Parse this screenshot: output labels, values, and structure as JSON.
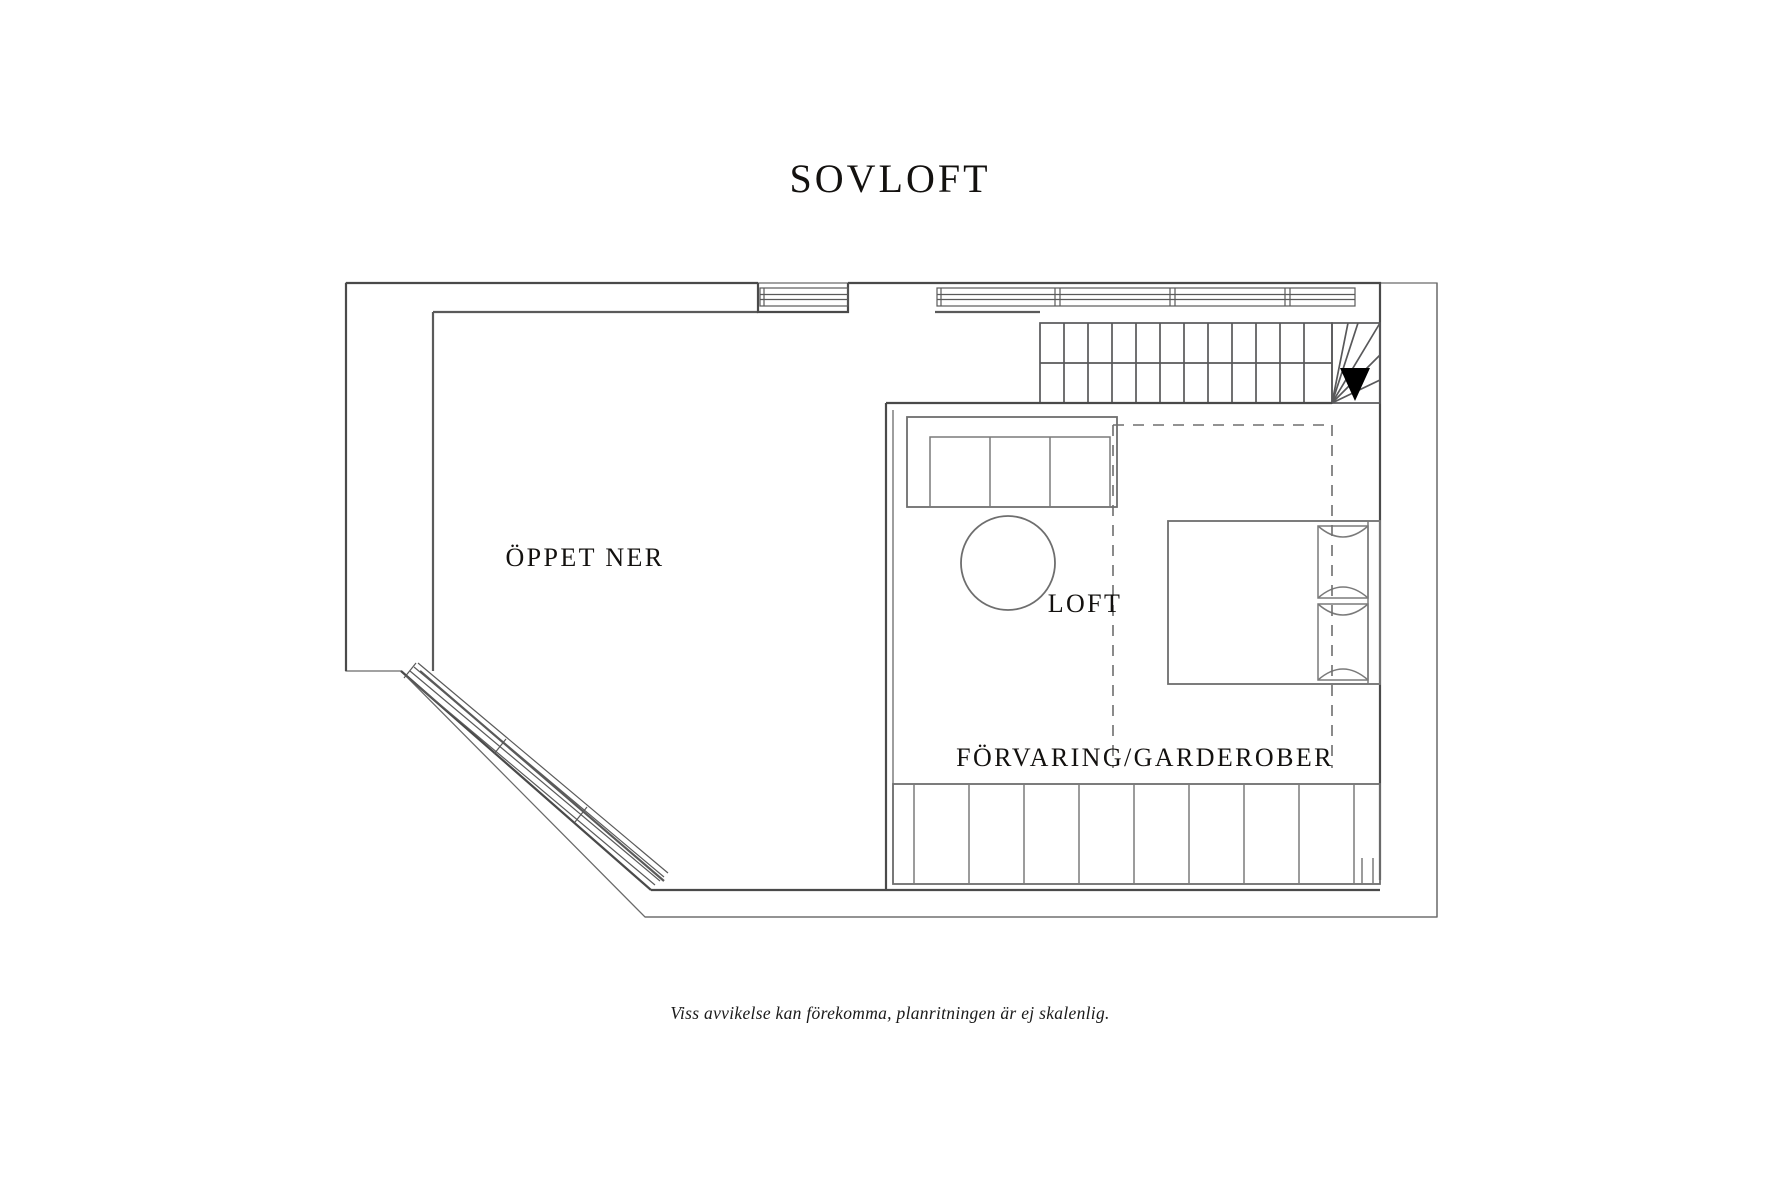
{
  "document": {
    "title": "SOVLOFT",
    "footer_note": "Viss avvikelse kan förekomma, planritningen är ej skalenlig.",
    "background_color": "#ffffff",
    "line_color": "#4a4a4a",
    "text_color": "#13110f"
  },
  "labels": {
    "open_below": "ÖPPET NER",
    "loft": "LOFT",
    "storage_wardrobes": "FÖRVARING/GARDEROBER"
  },
  "elements": {
    "stair_label": "staircase-down",
    "stair_direction_marker": "down-arrow",
    "sofa": "three-seat-sofa",
    "round_table": "round-coffee-table",
    "bed": "double-bed",
    "pillow_count": 2,
    "wardrobe_run": "wardrobe-units",
    "wardrobe_unit_count": 8,
    "straight_tread_count": 12,
    "winder_tread_count": 4,
    "window_top_short": "window",
    "window_top_long": "window",
    "window_diagonal": "window"
  }
}
